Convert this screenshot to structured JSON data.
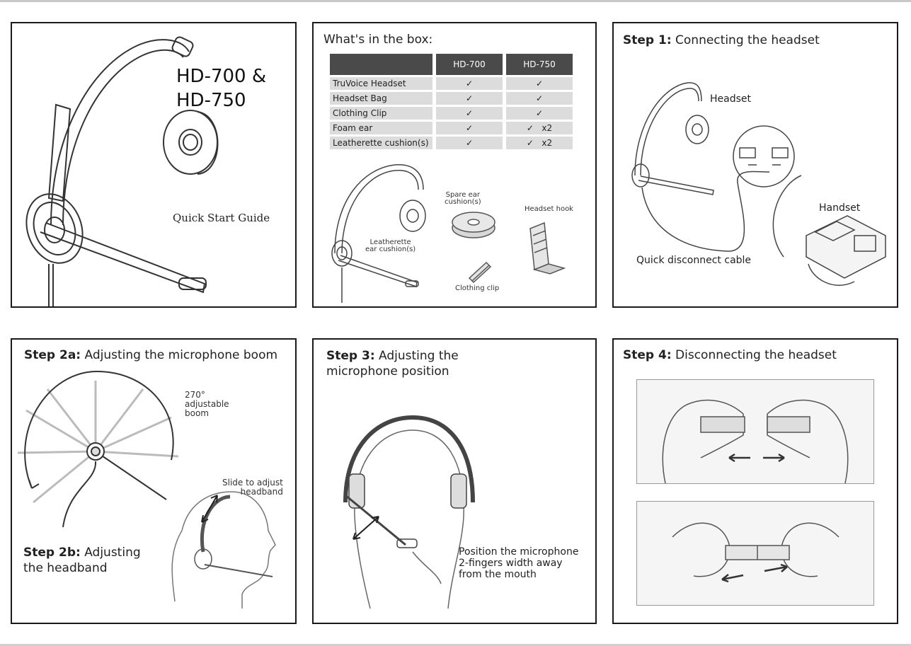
{
  "cover": {
    "model_line1": "HD-700 &",
    "model_line2": "HD-750",
    "subtitle": "Quick Start Guide"
  },
  "box": {
    "title": "What's in the box:",
    "columns": [
      "",
      "HD-700",
      "HD-750"
    ],
    "rows": [
      {
        "item": "TruVoice Headset",
        "hd700": "✓",
        "hd750": "✓"
      },
      {
        "item": "Headset Bag",
        "hd700": "✓",
        "hd750": "✓"
      },
      {
        "item": "Clothing Clip",
        "hd700": "✓",
        "hd750": "✓"
      },
      {
        "item": "Foam ear",
        "hd700": "✓",
        "hd750": "✓   x2"
      },
      {
        "item": "Leatherette cushion(s)",
        "hd700": "✓",
        "hd750": "✓   x2"
      }
    ],
    "labels": {
      "spare": "Spare ear\ncushion(s)",
      "hook": "Headset hook",
      "leatherette": "Leatherette\near cushion(s)",
      "clip": "Clothing clip"
    }
  },
  "step1": {
    "bold": "Step 1:",
    "text": " Connecting the headset",
    "headset": "Headset",
    "handset": "Handset",
    "cable": "Quick disconnect cable"
  },
  "step2a": {
    "bold": "Step 2a:",
    "text": " Adjusting the microphone boom",
    "boom_note": "270°\nadjustable\nboom"
  },
  "step2b": {
    "bold": "Step 2b:",
    "text_line1": " Adjusting",
    "text_line2": "the headband",
    "slide_note": "Slide to adjust\nheadband"
  },
  "step3": {
    "bold": "Step 3:",
    "text_line1": " Adjusting the",
    "text_line2": "microphone position",
    "note": "Position the microphone\n2-fingers width away\nfrom the mouth"
  },
  "step4": {
    "bold": "Step 4:",
    "text": " Disconnecting the headset"
  }
}
